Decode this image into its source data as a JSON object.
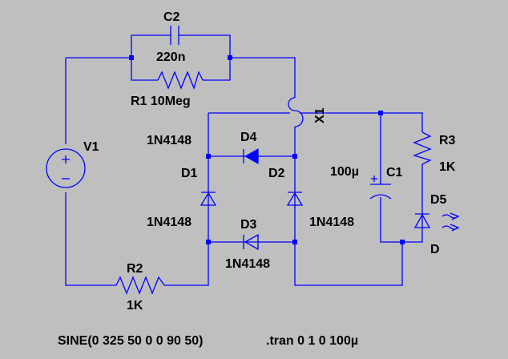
{
  "components": {
    "c2": {
      "ref": "C2",
      "value": "220n"
    },
    "r1": {
      "label": "R1 10Meg"
    },
    "v1": {
      "ref": "V1"
    },
    "x1": {
      "ref": "X1"
    },
    "d4": {
      "ref": "D4",
      "model": "1N4148"
    },
    "d1": {
      "ref": "D1",
      "model": "1N4148"
    },
    "d2": {
      "ref": "D2",
      "model": "1N4148"
    },
    "d3": {
      "ref": "D3",
      "model": "1N4148"
    },
    "c1": {
      "ref": "C1",
      "value": "100µ"
    },
    "r3": {
      "ref": "R3",
      "value": "1K"
    },
    "d5": {
      "ref": "D5",
      "type_label": "D"
    },
    "r2": {
      "ref": "R2",
      "value": "1K"
    }
  },
  "directives": {
    "source": "SINE(0 325 50 0 0 90 50)",
    "analysis": ".tran 0 1 0 100µ"
  },
  "colors": {
    "background": "#bfbfbf",
    "wire": "#0000ff",
    "text": "#000000"
  }
}
